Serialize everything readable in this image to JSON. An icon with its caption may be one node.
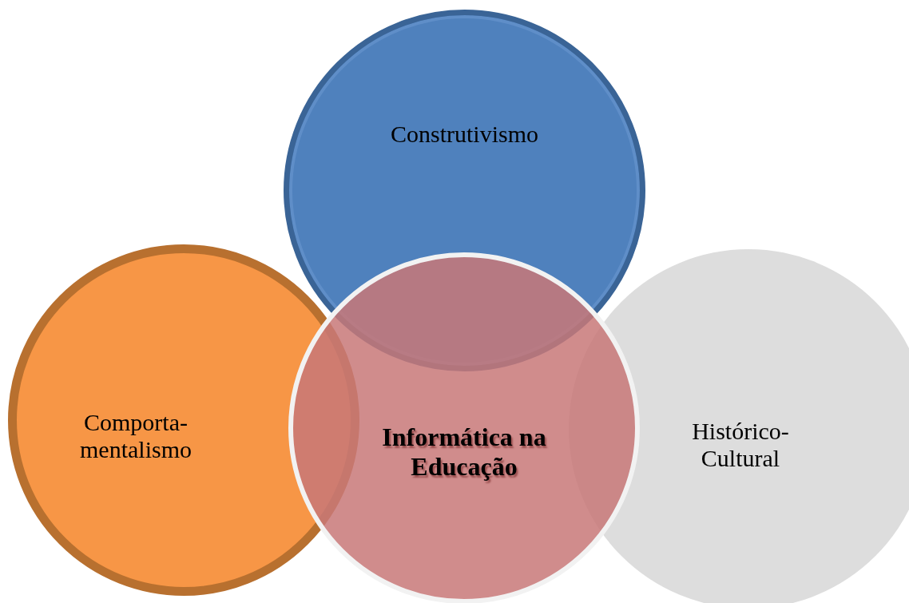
{
  "diagram": {
    "nodes": [
      {
        "text": [
          "Construtivismo"
        ]
      },
      {
        "text": [
          "Comporta- mentalismo"
        ]
      },
      {
        "text": [
          "Informática na Educação"
        ]
      },
      {
        "text": [
          "Histórico- Cultural"
        ]
      }
    ]
  }
}
